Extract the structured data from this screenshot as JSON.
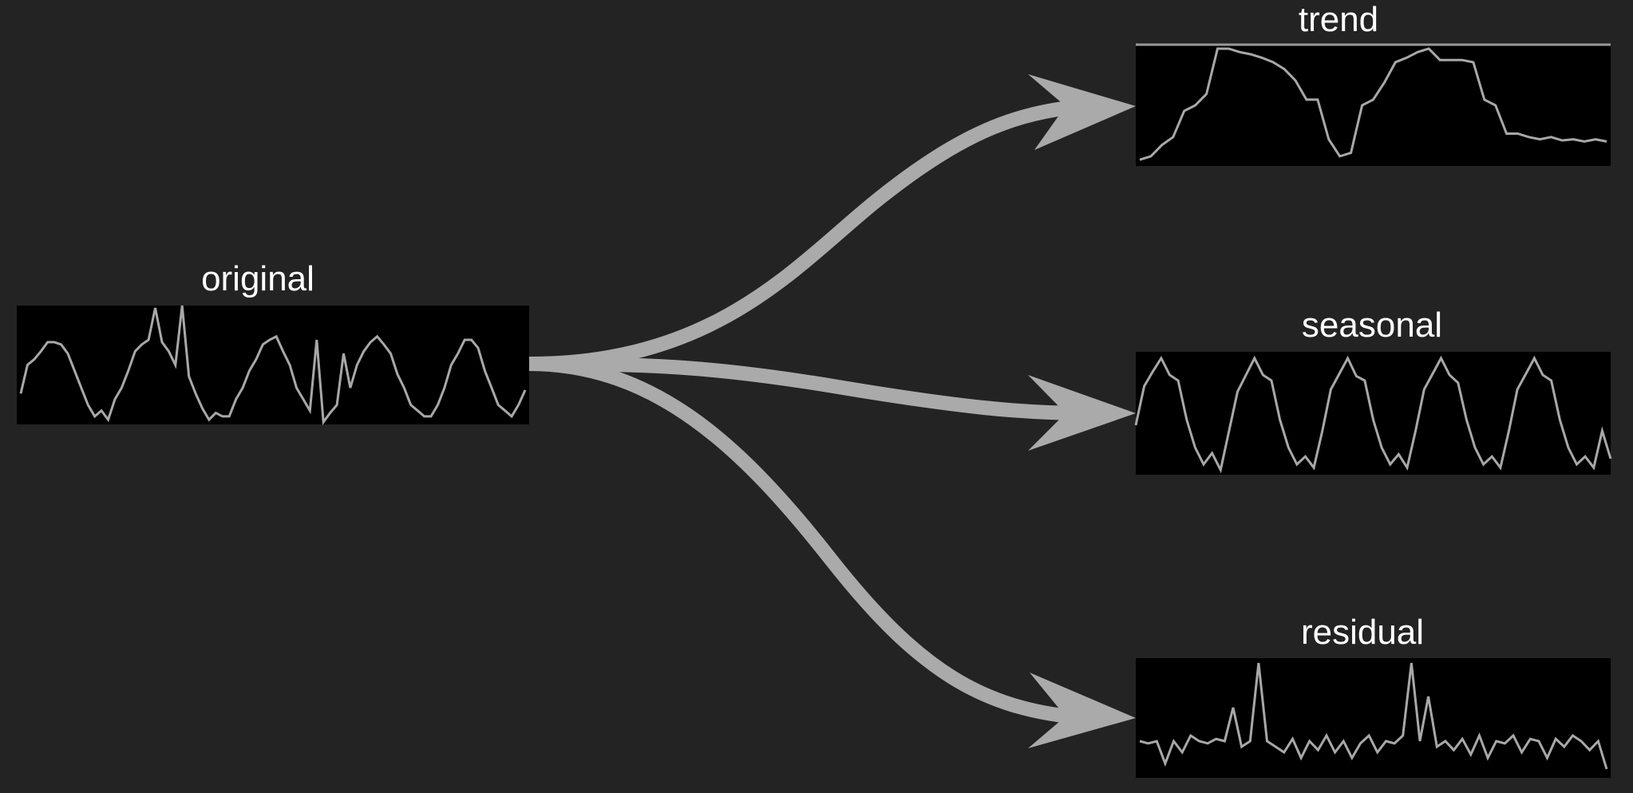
{
  "colors": {
    "background": "#232323",
    "panel": "#000000",
    "line": "#a8a8a8",
    "arrow": "#aaaaaa",
    "text": "#ffffff"
  },
  "panels": {
    "original": {
      "label": "original",
      "values": [
        0.25,
        0.5,
        0.55,
        0.62,
        0.7,
        0.7,
        0.68,
        0.6,
        0.45,
        0.3,
        0.15,
        0.05,
        0.1,
        0.02,
        0.2,
        0.3,
        0.45,
        0.62,
        0.68,
        0.72,
        1.0,
        0.7,
        0.62,
        0.5,
        1.1,
        0.4,
        0.25,
        0.12,
        0.02,
        0.08,
        0.05,
        0.05,
        0.2,
        0.3,
        0.45,
        0.55,
        0.68,
        0.72,
        0.75,
        0.62,
        0.5,
        0.3,
        0.2,
        0.1,
        0.72,
        0.0,
        0.08,
        0.15,
        0.6,
        0.3,
        0.5,
        0.62,
        0.7,
        0.75,
        0.68,
        0.6,
        0.42,
        0.3,
        0.15,
        0.1,
        0.05,
        0.05,
        0.15,
        0.3,
        0.5,
        0.6,
        0.72,
        0.72,
        0.65,
        0.45,
        0.3,
        0.15,
        0.1,
        0.05,
        0.15,
        0.28
      ]
    },
    "trend": {
      "label": "trend",
      "values": [
        0.02,
        0.05,
        0.15,
        0.22,
        0.45,
        0.5,
        0.6,
        1.0,
        1.0,
        0.97,
        0.95,
        0.92,
        0.88,
        0.82,
        0.72,
        0.55,
        0.55,
        0.2,
        0.05,
        0.08,
        0.5,
        0.55,
        0.7,
        0.88,
        0.92,
        0.97,
        1.0,
        0.9,
        0.9,
        0.9,
        0.88,
        0.55,
        0.5,
        0.25,
        0.25,
        0.22,
        0.2,
        0.22,
        0.19,
        0.2,
        0.18,
        0.2,
        0.18
      ]
    },
    "seasonal": {
      "label": "seasonal",
      "values": [
        0.4,
        0.75,
        0.88,
        1.0,
        0.85,
        0.8,
        0.45,
        0.2,
        0.05,
        0.15,
        0.0,
        0.35,
        0.7,
        0.85,
        1.0,
        0.85,
        0.8,
        0.45,
        0.2,
        0.05,
        0.12,
        0.02,
        0.35,
        0.72,
        0.86,
        1.0,
        0.84,
        0.8,
        0.45,
        0.2,
        0.05,
        0.14,
        0.02,
        0.35,
        0.72,
        0.86,
        1.0,
        0.85,
        0.78,
        0.45,
        0.2,
        0.05,
        0.12,
        0.02,
        0.35,
        0.72,
        0.86,
        1.0,
        0.85,
        0.8,
        0.45,
        0.2,
        0.05,
        0.12,
        0.02,
        0.35,
        0.1
      ]
    },
    "residual": {
      "label": "residual",
      "values": [
        0.3,
        0.28,
        0.3,
        0.1,
        0.3,
        0.2,
        0.35,
        0.3,
        0.28,
        0.32,
        0.3,
        0.6,
        0.25,
        0.3,
        1.0,
        0.3,
        0.25,
        0.2,
        0.32,
        0.15,
        0.3,
        0.22,
        0.35,
        0.2,
        0.3,
        0.15,
        0.28,
        0.35,
        0.2,
        0.3,
        0.28,
        0.35,
        1.0,
        0.3,
        0.7,
        0.25,
        0.3,
        0.22,
        0.32,
        0.18,
        0.35,
        0.15,
        0.3,
        0.28,
        0.35,
        0.2,
        0.32,
        0.3,
        0.15,
        0.32,
        0.25,
        0.35,
        0.3,
        0.22,
        0.3,
        0.05
      ]
    }
  }
}
